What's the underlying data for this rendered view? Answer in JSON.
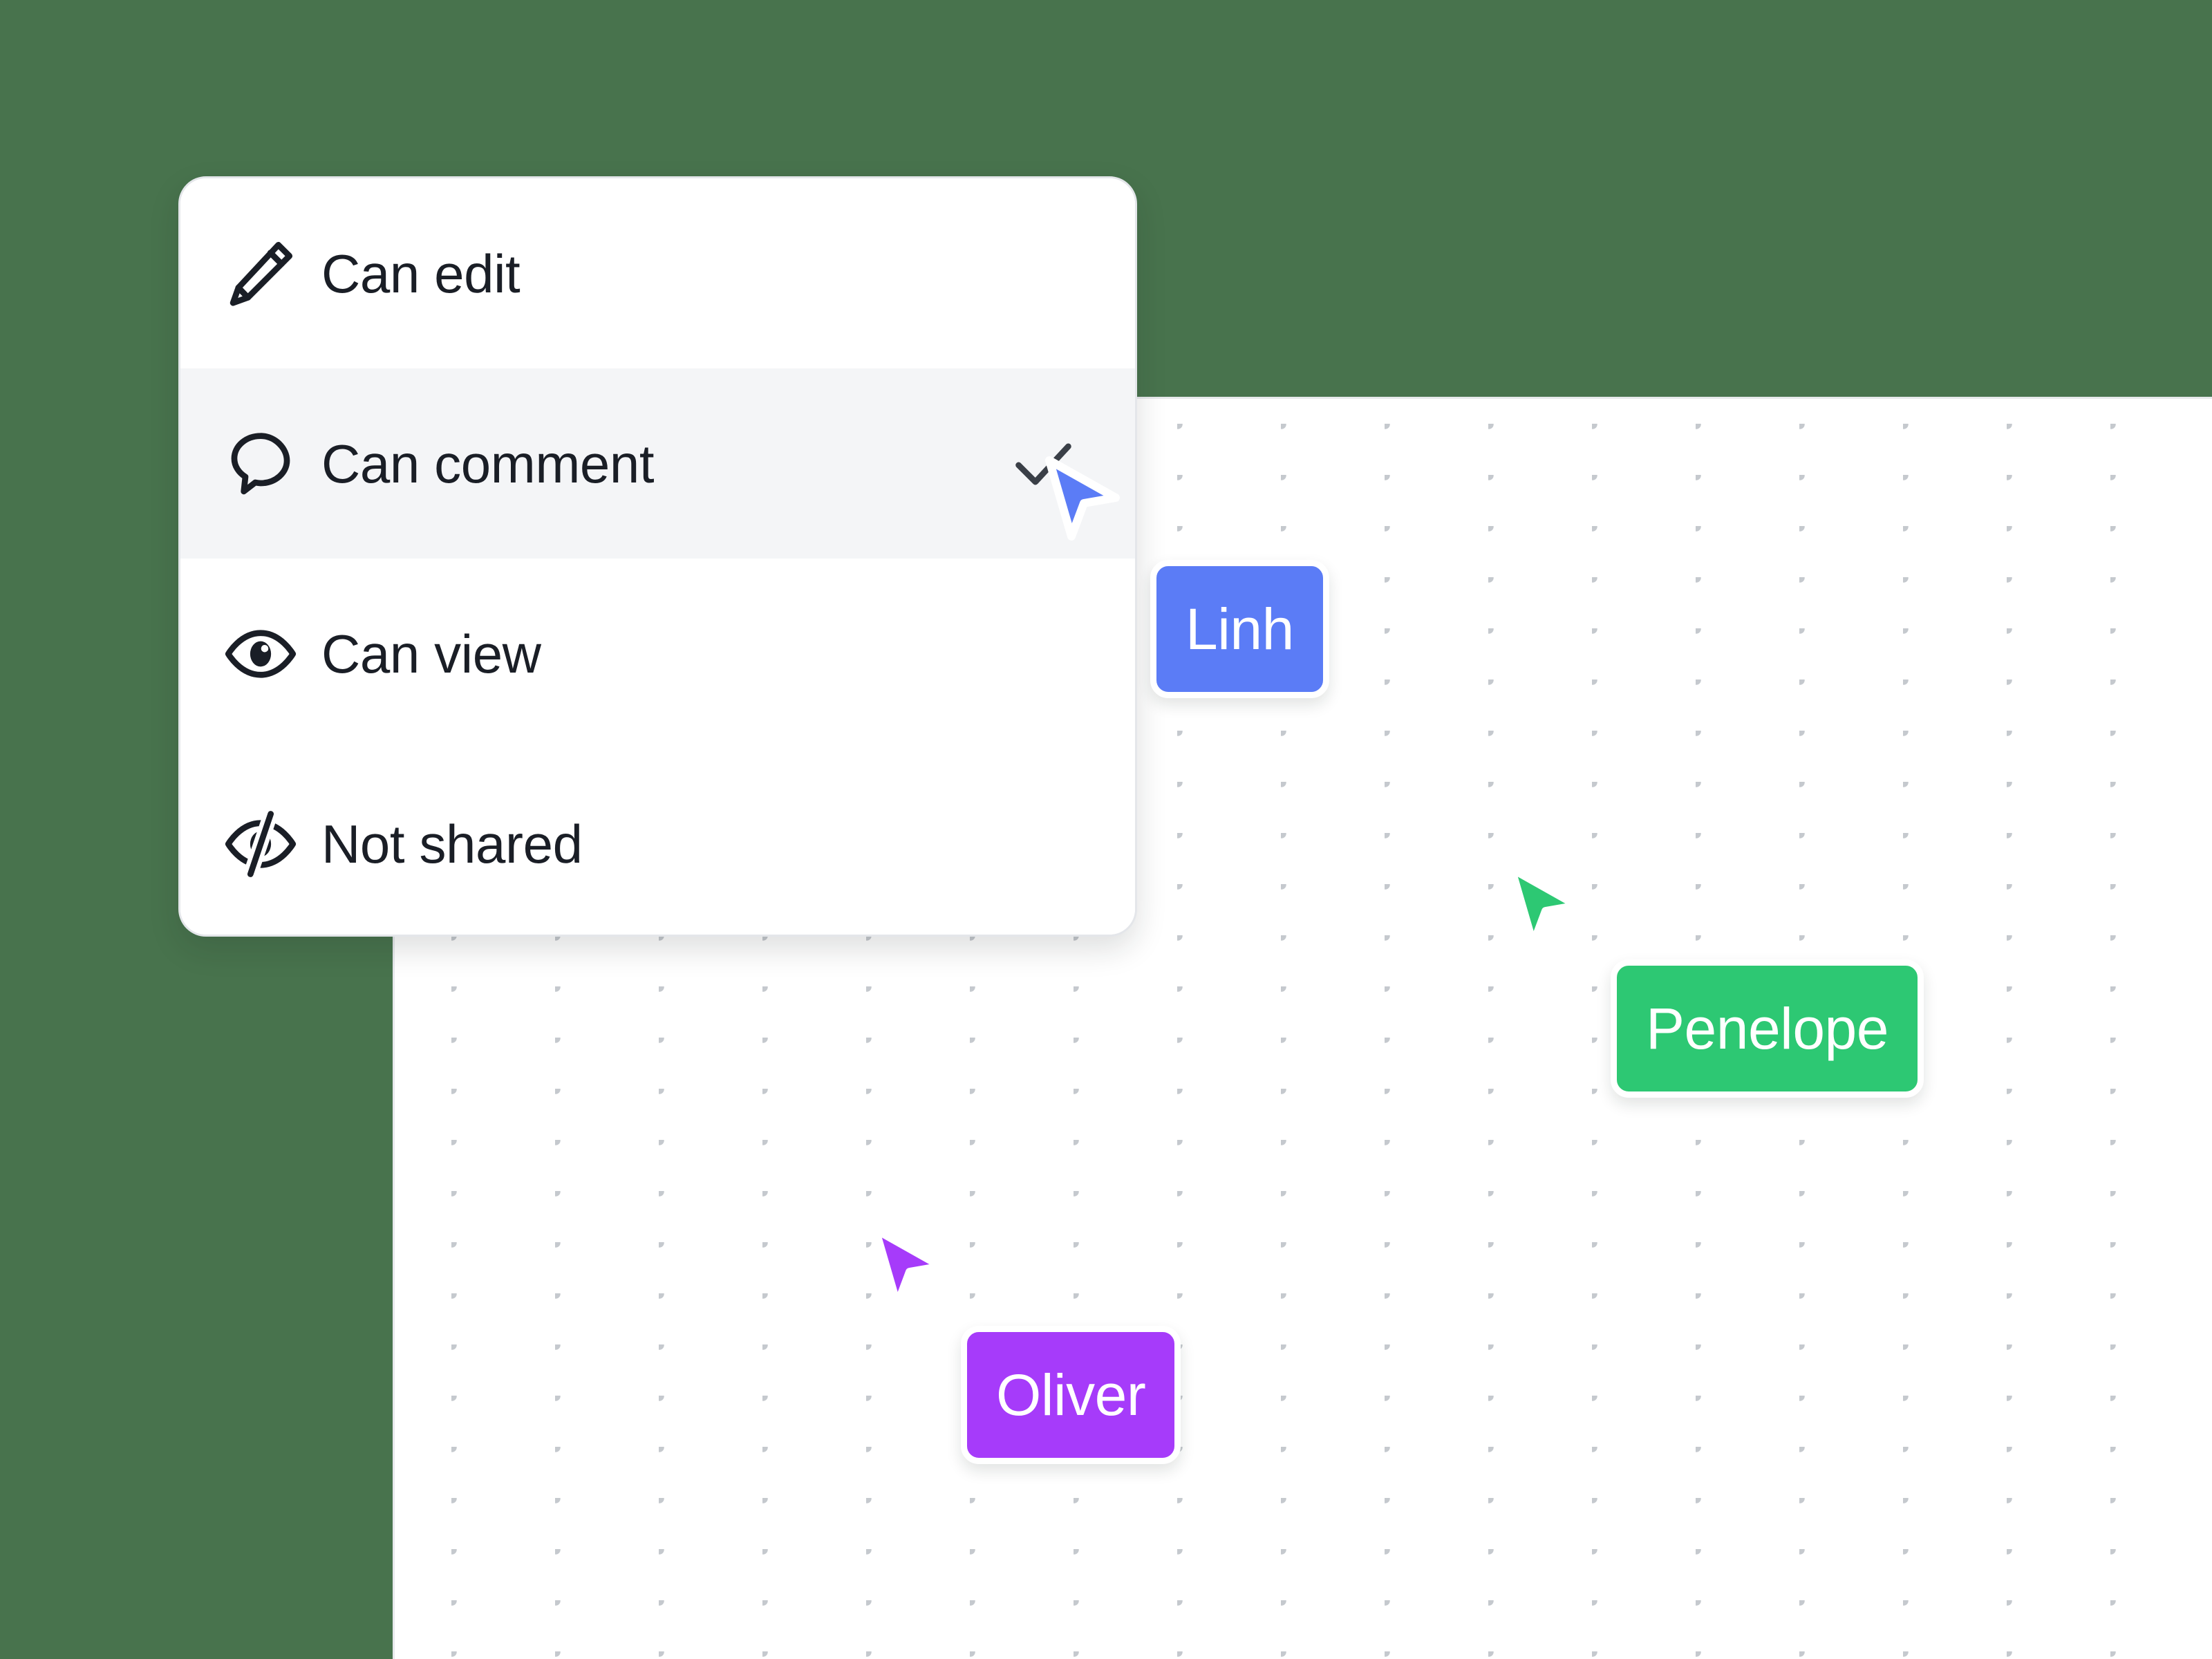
{
  "theme": {
    "background_color": "#48734D",
    "canvas_color": "#FFFFFF",
    "canvas_dot_color": "#C5C9CE",
    "menu_background": "#FFFFFF",
    "menu_selected_background": "#F4F5F7",
    "menu_border_color": "#E4E6EA",
    "text_color": "#1A1E26",
    "check_color": "#3A3F47"
  },
  "permission_menu": {
    "items": [
      {
        "label": "Can edit",
        "icon": "pencil-icon",
        "selected": false
      },
      {
        "label": "Can comment",
        "icon": "comment-icon",
        "selected": true
      },
      {
        "label": "Can view",
        "icon": "eye-icon",
        "selected": false
      },
      {
        "label": "Not shared",
        "icon": "eye-slash-icon",
        "selected": false
      }
    ],
    "selected_value": "Can comment",
    "check_glyph": "check-icon"
  },
  "collaborators": [
    {
      "name": "Linh",
      "color": "#5B7CF6",
      "cursor": "cursor-arrow-icon"
    },
    {
      "name": "Penelope",
      "color": "#2DC873",
      "cursor": "cursor-arrow-icon"
    },
    {
      "name": "Oliver",
      "color": "#A63BFA",
      "cursor": "cursor-arrow-icon"
    }
  ]
}
